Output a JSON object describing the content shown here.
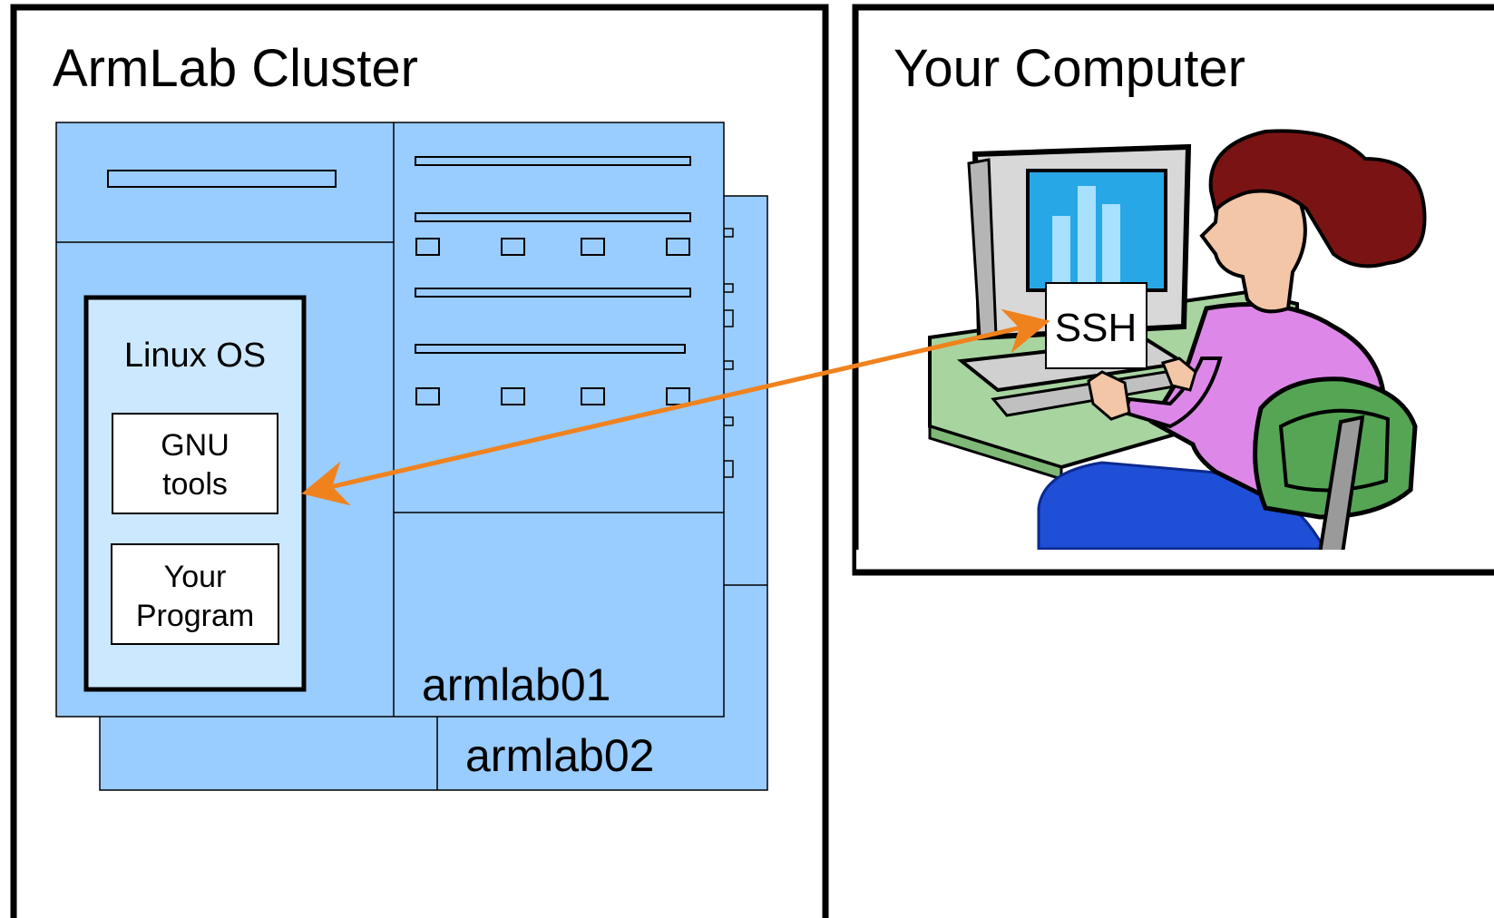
{
  "cluster": {
    "title": "ArmLab Cluster",
    "node_front_label": "armlab01",
    "node_back_label": "armlab02",
    "os_box": {
      "title": "Linux OS",
      "gnu_line1": "GNU",
      "gnu_line2": "tools",
      "program_line1": "Your",
      "program_line2": "Program"
    }
  },
  "computer": {
    "title": "Your Computer",
    "ssh_label": "SSH",
    "illustration": "person-at-computer"
  },
  "connection": {
    "description_icon": "double-headed-arrow",
    "color": "#f0821e"
  },
  "colors": {
    "node_fill": "#99ccff",
    "os_fill": "#cce8ff",
    "border": "#000000"
  }
}
